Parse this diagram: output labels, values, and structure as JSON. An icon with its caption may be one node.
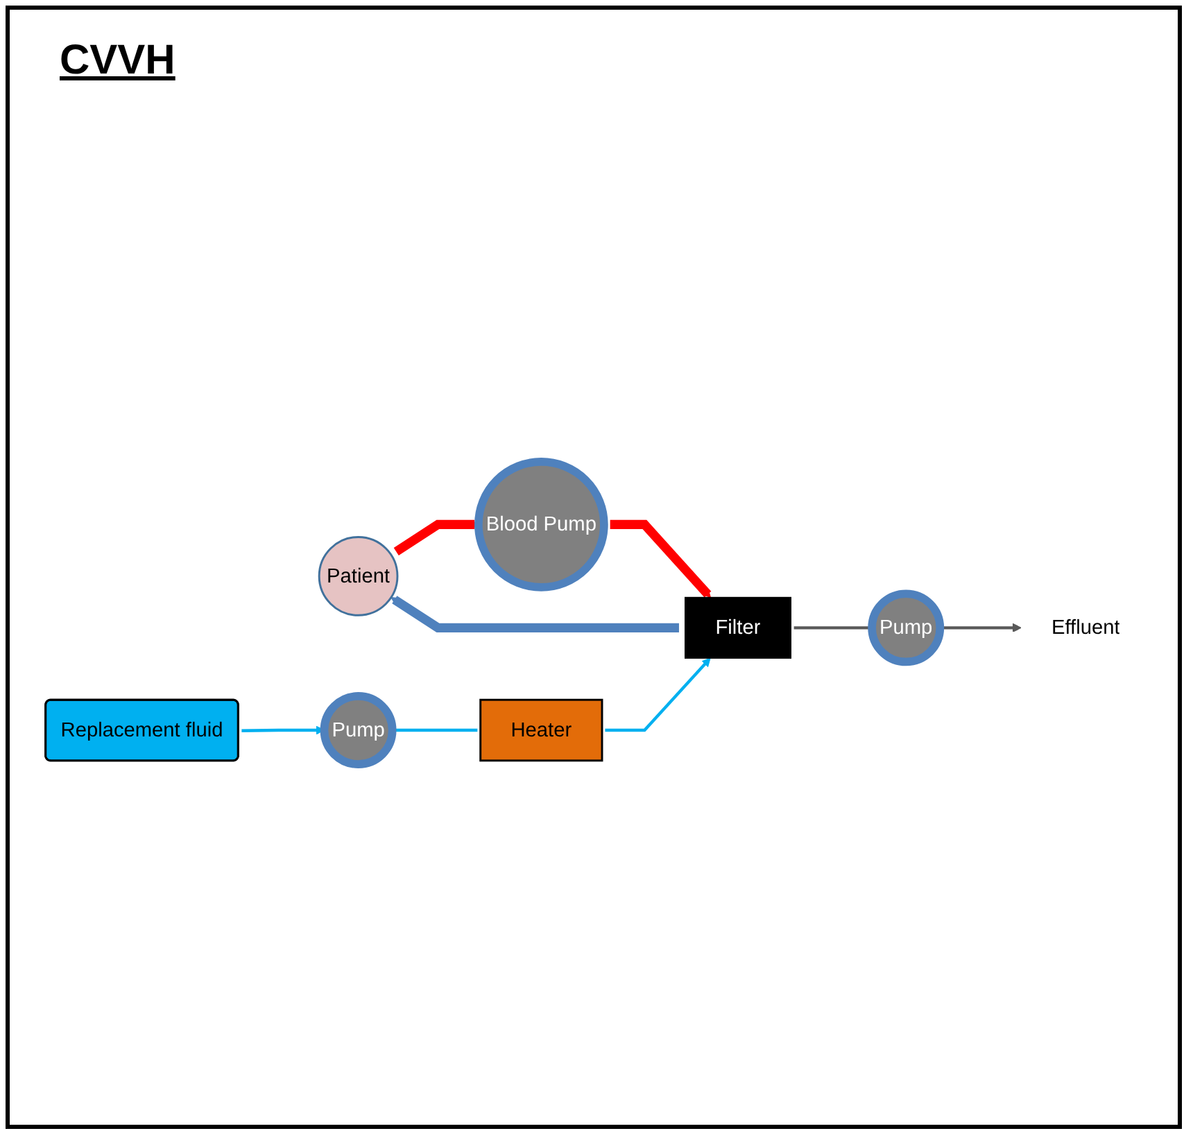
{
  "diagram": {
    "title": "CVVH",
    "nodes": [
      {
        "text": [
          "Patient"
        ]
      },
      {
        "text": [
          "Blood Pump"
        ]
      },
      {
        "text": [
          "Filter"
        ]
      },
      {
        "text": [
          "Pump"
        ]
      },
      {
        "text": [
          "Effluent"
        ]
      },
      {
        "text": [
          "Replacement fluid"
        ]
      },
      {
        "text": [
          "Pump"
        ]
      },
      {
        "text": [
          "Heater"
        ]
      }
    ],
    "edges": [
      {
        "from": 0,
        "to": 1,
        "arrow": "to",
        "style": "thick",
        "color": "#ff0000"
      },
      {
        "from": 1,
        "to": 2,
        "arrow": "to",
        "style": "thick",
        "color": "#ff0000"
      },
      {
        "from": 2,
        "to": 0,
        "arrow": "to",
        "style": "thick",
        "color": "#4f81bd"
      },
      {
        "from": 2,
        "to": 3,
        "arrow": "none",
        "color": "#595959"
      },
      {
        "from": 3,
        "to": 4,
        "arrow": "to",
        "color": "#595959"
      },
      {
        "from": 5,
        "to": 6,
        "arrow": "to",
        "color": "#00b0f0"
      },
      {
        "from": 6,
        "to": 7,
        "arrow": "none",
        "color": "#00b0f0"
      },
      {
        "from": 7,
        "to": 2,
        "arrow": "to",
        "color": "#00b0f0"
      }
    ]
  }
}
